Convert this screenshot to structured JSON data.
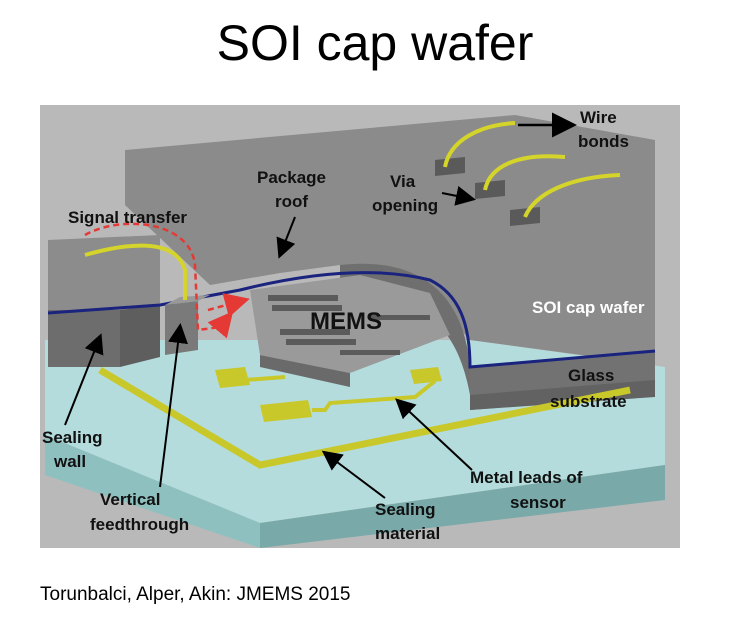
{
  "title": "SOI cap wafer",
  "citation": "Torunbalci, Alper, Akin: JMEMS 2015",
  "labels": {
    "wire_bonds_1": "Wire",
    "wire_bonds_2": "bonds",
    "via_opening_1": "Via",
    "via_opening_2": "opening",
    "package_roof_1": "Package",
    "package_roof_2": "roof",
    "signal_transfer": "Signal transfer",
    "mems": "MEMS",
    "soi_cap_wafer": "SOI cap wafer",
    "glass_substrate_1": "Glass",
    "glass_substrate_2": "substrate",
    "sealing_wall_1": "Sealing",
    "sealing_wall_2": "wall",
    "vertical_feedthrough_1": "Vertical",
    "vertical_feedthrough_2": "feedthrough",
    "metal_leads_1": "Metal leads of",
    "metal_leads_2": "sensor",
    "sealing_material_1": "Sealing",
    "sealing_material_2": "material"
  },
  "colors": {
    "background": "#b6b6b6",
    "cap_top": "#8a8a8a",
    "cap_side": "#6e6e6e",
    "glass_top": "#b4dcdc",
    "glass_side": "#8fc0c0",
    "metal": "#c8c82a",
    "bond_line": "#1a237e",
    "signal_path": "#e53935"
  }
}
